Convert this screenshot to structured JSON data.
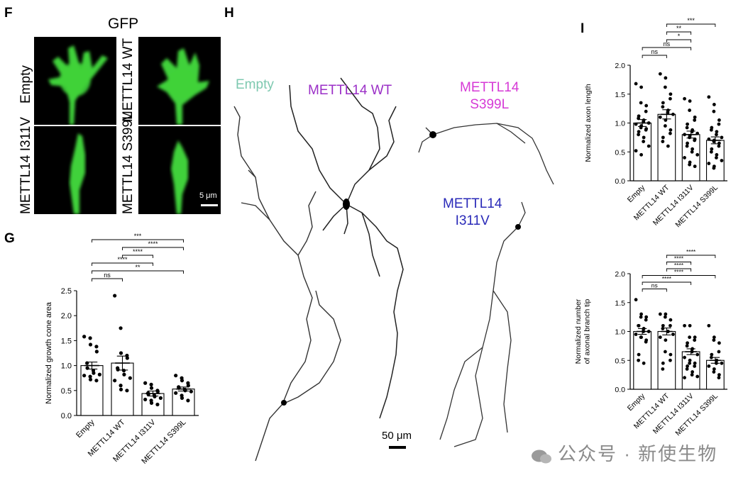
{
  "panels": {
    "F": {
      "letter": "F",
      "title": "GFP",
      "row_labels": [
        "Empty",
        "METTL14 I311V"
      ],
      "col2_labels": [
        "METTL14 WT",
        "METTL14 S399L"
      ],
      "scale_bar": "5 μm"
    },
    "G": {
      "letter": "G"
    },
    "H": {
      "letter": "H",
      "labels": {
        "empty": "Empty",
        "wt": "METTL14 WT",
        "s399l_line1": "METTL14",
        "s399l_line2": "S399L",
        "i311v_line1": "METTL14",
        "i311v_line2": "I311V"
      },
      "scale_bar": "50 μm"
    },
    "I": {
      "letter": "I"
    }
  },
  "colors": {
    "gfp_green": "#3fd13a",
    "empty_teal": "#7ec9b0",
    "wt_purple": "#9b2fc7",
    "s399l_magenta": "#d63ad6",
    "i311v_blue": "#2a2ab8"
  },
  "watermark": "公众号 · 新使生物",
  "chart_data": [
    {
      "id": "G",
      "type": "bar",
      "ylabel": "Normalized growth cone area",
      "categories": [
        "Empty",
        "METTL14 WT",
        "METTL14 I311V",
        "METTL14 S399L"
      ],
      "values": [
        1.0,
        1.05,
        0.44,
        0.53
      ],
      "sem": [
        0.07,
        0.14,
        0.05,
        0.04
      ],
      "ylim": [
        0,
        2.5
      ],
      "yticks": [
        "0.0",
        "0.5",
        "1.0",
        "1.5",
        "2.0",
        "2.5"
      ],
      "points": [
        [
          1.58,
          1.55,
          1.42,
          1.38,
          1.28,
          1.05,
          0.95,
          0.9,
          0.85,
          0.82,
          0.8,
          0.78,
          0.72,
          0.7
        ],
        [
          2.4,
          1.75,
          1.25,
          1.2,
          1.15,
          0.95,
          0.92,
          0.9,
          0.82,
          0.75,
          0.7,
          0.6,
          0.52,
          0.5
        ],
        [
          0.65,
          0.62,
          0.55,
          0.5,
          0.48,
          0.45,
          0.42,
          0.4,
          0.38,
          0.35,
          0.32,
          0.3,
          0.25,
          0.22
        ],
        [
          0.8,
          0.75,
          0.7,
          0.65,
          0.6,
          0.57,
          0.55,
          0.52,
          0.5,
          0.48,
          0.45,
          0.4,
          0.35,
          0.3
        ]
      ],
      "comparisons": [
        {
          "from": 0,
          "to": 3,
          "label": "***"
        },
        {
          "from": 1,
          "to": 3,
          "label": "****"
        },
        {
          "from": 1,
          "to": 2,
          "label": "****"
        },
        {
          "from": 0,
          "to": 2,
          "label": "****"
        },
        {
          "from": 0,
          "to": 3,
          "label": "**"
        },
        {
          "from": 0,
          "to": 1,
          "label": "ns"
        }
      ],
      "comparisons_order_note_free": true
    },
    {
      "id": "I-top",
      "type": "bar",
      "ylabel": "Normalized axon length",
      "categories": [
        "Empty",
        "METTL14 WT",
        "METTL14 I311V",
        "METTL14 S399L"
      ],
      "values": [
        1.0,
        1.15,
        0.8,
        0.7
      ],
      "sem": [
        0.06,
        0.08,
        0.06,
        0.06
      ],
      "ylim": [
        0,
        2.0
      ],
      "yticks": [
        "0.0",
        "0.5",
        "1.0",
        "1.5",
        "2.0"
      ],
      "points": [
        [
          1.68,
          1.62,
          1.35,
          1.3,
          1.2,
          1.12,
          1.08,
          1.05,
          1.02,
          1.0,
          0.98,
          0.95,
          0.92,
          0.9,
          0.88,
          0.85,
          0.8,
          0.75,
          0.68,
          0.6,
          0.52,
          0.45
        ],
        [
          1.85,
          1.78,
          1.62,
          1.5,
          1.42,
          1.35,
          1.28,
          1.22,
          1.18,
          1.15,
          1.1,
          1.05,
          0.95,
          0.88,
          0.82,
          0.75,
          0.68,
          0.6
        ],
        [
          1.42,
          1.38,
          1.22,
          1.1,
          1.05,
          0.98,
          0.92,
          0.88,
          0.85,
          0.82,
          0.8,
          0.78,
          0.75,
          0.72,
          0.7,
          0.65,
          0.6,
          0.55,
          0.5,
          0.45,
          0.4,
          0.32,
          0.28,
          0.25
        ],
        [
          1.45,
          1.32,
          1.2,
          1.05,
          0.98,
          0.92,
          0.88,
          0.85,
          0.8,
          0.75,
          0.72,
          0.7,
          0.68,
          0.65,
          0.6,
          0.55,
          0.5,
          0.45,
          0.4,
          0.35,
          0.3,
          0.25,
          0.22
        ]
      ],
      "comparisons": [
        {
          "from": 1,
          "to": 3,
          "label": "***"
        },
        {
          "from": 1,
          "to": 2,
          "label": "**"
        },
        {
          "from": 1,
          "to": 2,
          "label": "*"
        },
        {
          "from": 0,
          "to": 2,
          "label": "ns"
        },
        {
          "from": 0,
          "to": 1,
          "label": "ns"
        }
      ]
    },
    {
      "id": "I-bottom",
      "type": "bar",
      "ylabel": "Normalized number of axonal branch tip",
      "ylabel_lines": [
        "Normalized number",
        "of axonal branch tip"
      ],
      "categories": [
        "Empty",
        "METTL14 WT",
        "METTL14 I311V",
        "METTL14 S399L"
      ],
      "values": [
        1.0,
        1.0,
        0.65,
        0.5
      ],
      "sem": [
        0.05,
        0.06,
        0.05,
        0.05
      ],
      "ylim": [
        0,
        2.0
      ],
      "yticks": [
        "0.0",
        "0.5",
        "1.0",
        "1.5",
        "2.0"
      ],
      "points": [
        [
          1.55,
          1.3,
          1.25,
          1.25,
          1.2,
          1.1,
          1.1,
          1.05,
          1.0,
          1.0,
          0.95,
          0.9,
          0.9,
          0.85,
          0.82,
          0.6,
          0.5,
          0.45
        ],
        [
          1.3,
          1.3,
          1.25,
          1.2,
          1.1,
          1.1,
          1.05,
          1.0,
          1.0,
          0.95,
          0.9,
          0.85,
          0.65,
          0.6,
          0.5,
          0.45,
          0.35
        ],
        [
          1.1,
          1.1,
          0.9,
          0.9,
          0.85,
          0.8,
          0.75,
          0.7,
          0.65,
          0.6,
          0.55,
          0.5,
          0.45,
          0.45,
          0.4,
          0.4,
          0.35,
          0.3,
          0.25,
          0.22,
          0.2
        ],
        [
          1.1,
          0.9,
          0.85,
          0.8,
          0.65,
          0.6,
          0.55,
          0.5,
          0.45,
          0.45,
          0.4,
          0.35,
          0.3,
          0.25,
          0.2
        ]
      ],
      "comparisons": [
        {
          "from": 1,
          "to": 3,
          "label": "****"
        },
        {
          "from": 1,
          "to": 2,
          "label": "****"
        },
        {
          "from": 1,
          "to": 2,
          "label": "****"
        },
        {
          "from": 0,
          "to": 3,
          "label": "****"
        },
        {
          "from": 0,
          "to": 2,
          "label": "****"
        },
        {
          "from": 0,
          "to": 1,
          "label": "ns"
        }
      ]
    }
  ]
}
